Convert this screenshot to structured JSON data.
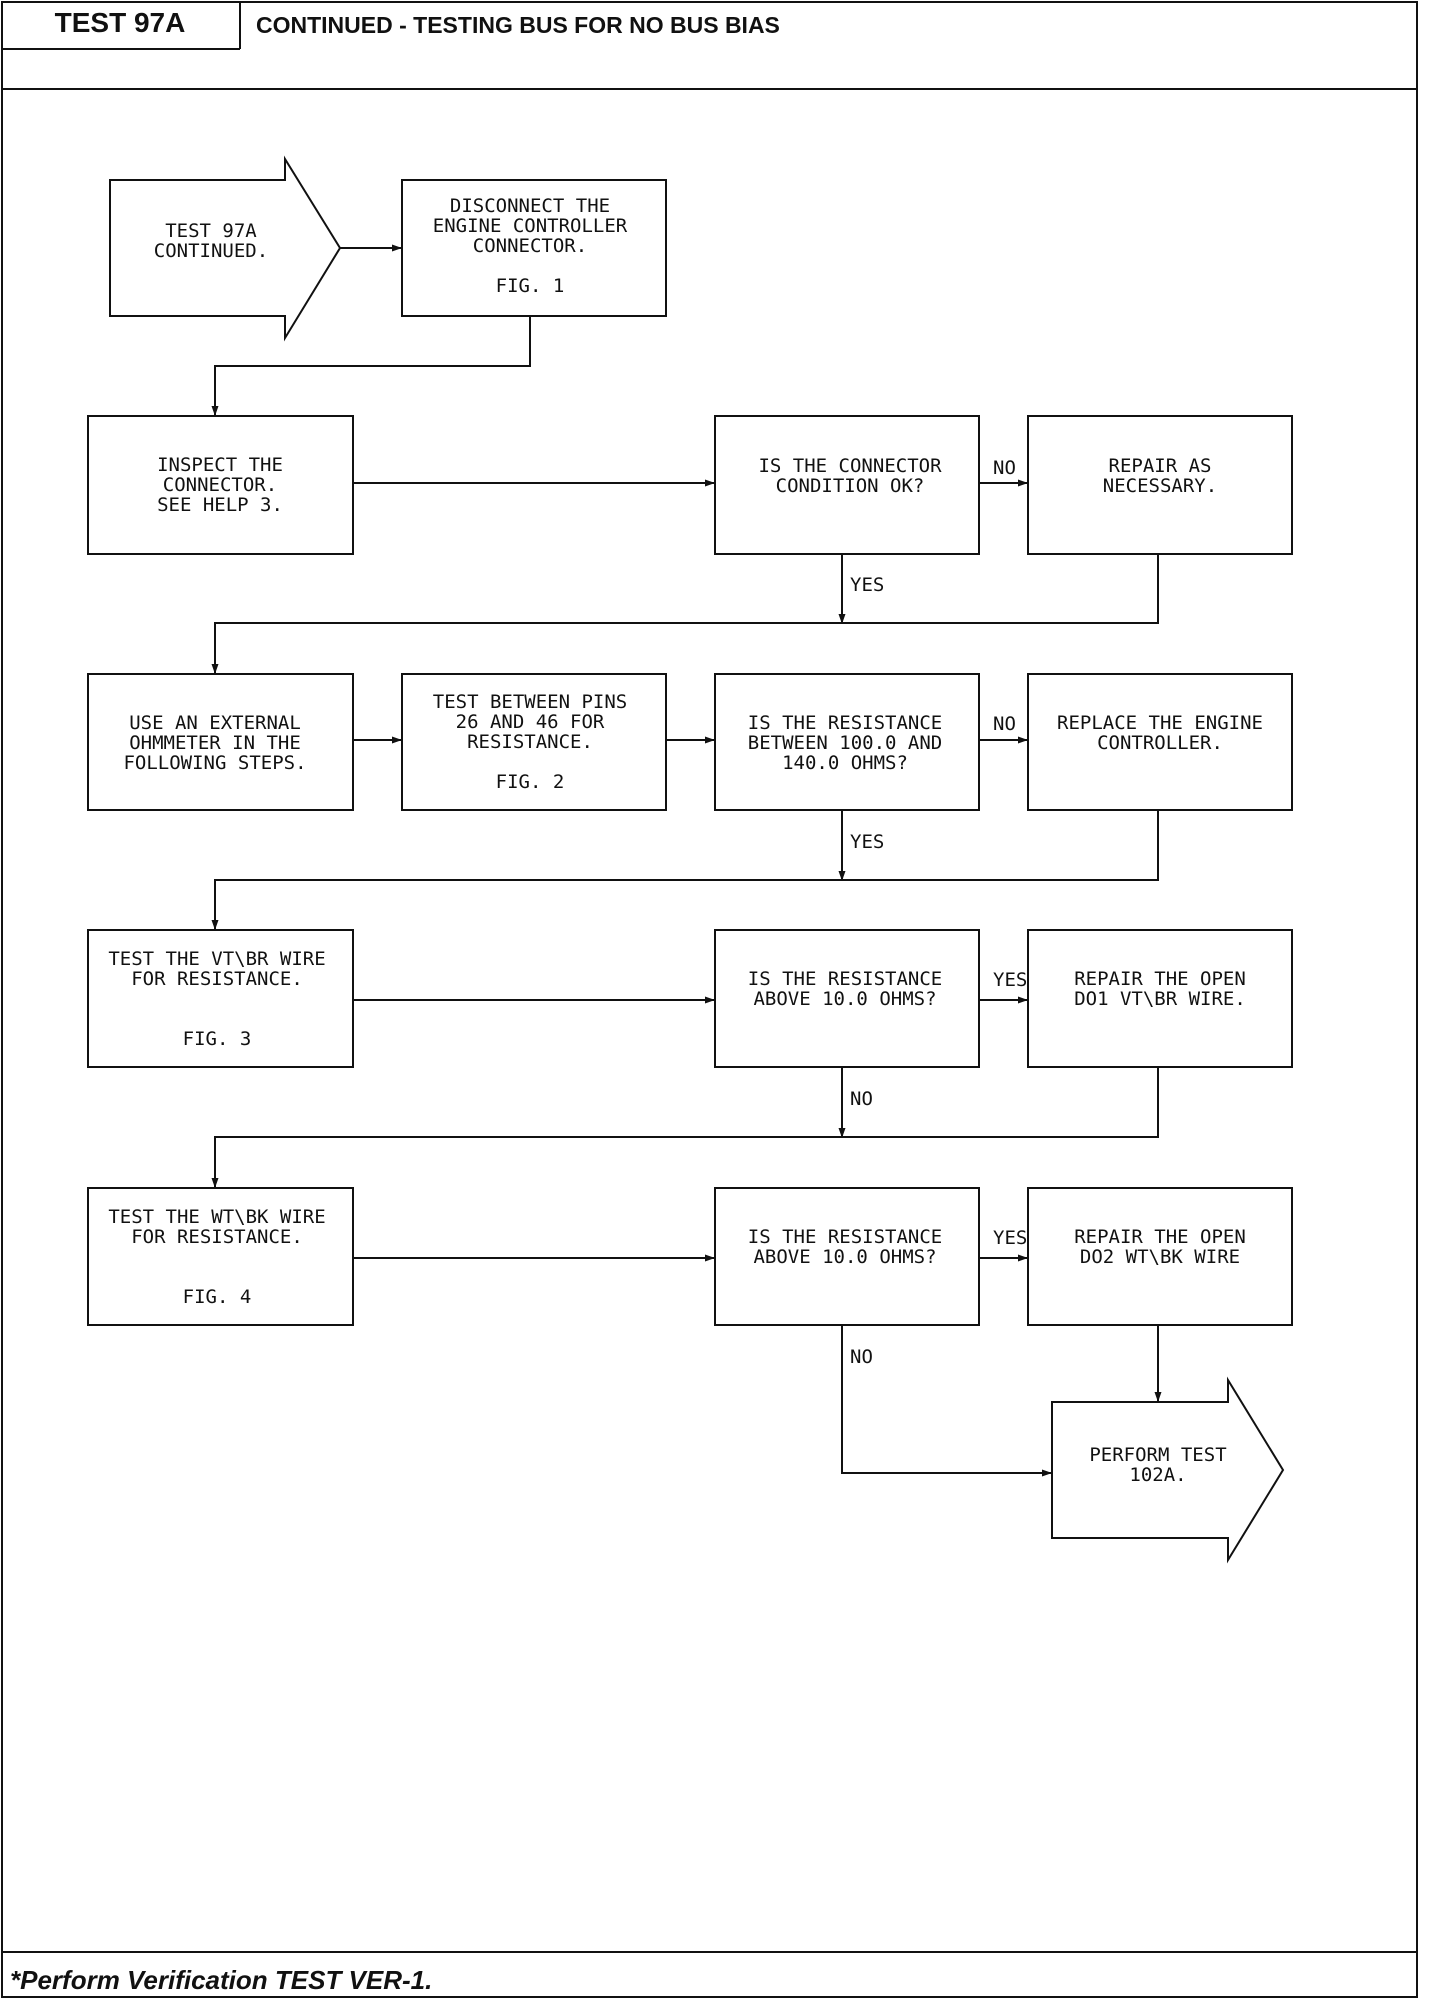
{
  "header": {
    "tag": "TEST 97A",
    "title": "CONTINUED - TESTING BUS FOR NO BUS BIAS"
  },
  "footer": {
    "note": "*Perform Verification TEST VER-1."
  },
  "flowchart": {
    "start": [
      "TEST 97A",
      "CONTINUED."
    ],
    "disconnect": [
      "DISCONNECT THE",
      "ENGINE CONTROLLER",
      "CONNECTOR.",
      "",
      "FIG. 1"
    ],
    "inspect": [
      "INSPECT THE",
      "CONNECTOR.",
      "SEE HELP 3."
    ],
    "q_connector": [
      "IS THE CONNECTOR",
      "CONDITION OK?"
    ],
    "repair_necessary": [
      "REPAIR AS",
      "NECESSARY."
    ],
    "use_ohmmeter": [
      "USE AN EXTERNAL",
      "OHMMETER IN THE",
      "FOLLOWING STEPS."
    ],
    "test_pins": [
      "TEST BETWEEN PINS",
      "26 AND 46 FOR",
      "RESISTANCE.",
      "",
      "FIG. 2"
    ],
    "q_resistance_range": [
      "IS THE RESISTANCE",
      "BETWEEN 100.0 AND",
      "140.0 OHMS?"
    ],
    "replace_controller": [
      "REPLACE THE ENGINE",
      "CONTROLLER."
    ],
    "test_vtbr": [
      "TEST THE VT\\BR WIRE",
      "FOR RESISTANCE.",
      "",
      "",
      "FIG. 3"
    ],
    "q_above_10_a": [
      "IS THE RESISTANCE",
      "ABOVE 10.0 OHMS?"
    ],
    "repair_do1": [
      "REPAIR THE OPEN",
      "DO1 VT\\BR WIRE."
    ],
    "test_wtbk": [
      "TEST THE WT\\BK WIRE",
      "FOR RESISTANCE.",
      "",
      "",
      "FIG. 4"
    ],
    "q_above_10_b": [
      "IS THE RESISTANCE",
      "ABOVE 10.0 OHMS?"
    ],
    "repair_do2": [
      "REPAIR THE OPEN",
      "DO2 WT\\BK WIRE"
    ],
    "perform_test": [
      "PERFORM TEST",
      "102A."
    ],
    "labels": {
      "no_1": "NO",
      "yes_1": "YES",
      "no_2": "NO",
      "yes_2": "YES",
      "yes_3": "YES",
      "no_3": "NO",
      "yes_4": "YES",
      "no_4": "NO"
    }
  }
}
